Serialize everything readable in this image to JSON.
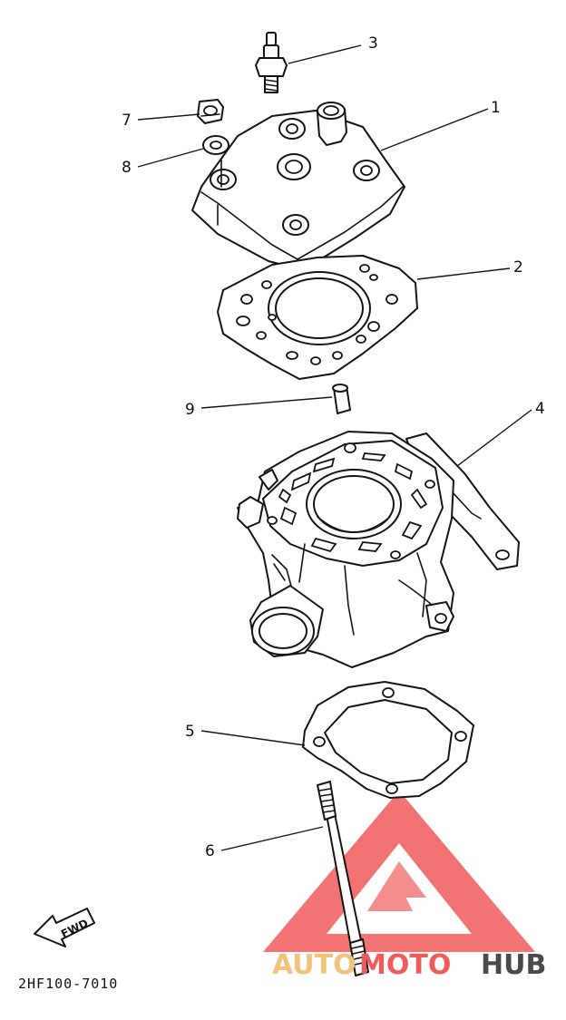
{
  "diagram": {
    "callouts": [
      {
        "id": "c1",
        "label": "1"
      },
      {
        "id": "c2",
        "label": "2"
      },
      {
        "id": "c3",
        "label": "3"
      },
      {
        "id": "c4",
        "label": "4"
      },
      {
        "id": "c5",
        "label": "5"
      },
      {
        "id": "c6",
        "label": "6"
      },
      {
        "id": "c7",
        "label": "7"
      },
      {
        "id": "c8",
        "label": "8"
      },
      {
        "id": "c9",
        "label": "9"
      }
    ],
    "fwd_label": "FWD",
    "diagram_code": "2HF100-7010"
  },
  "watermark": {
    "text_auto": "AUTO",
    "text_moto": "MOTO",
    "text_hub": "HUB",
    "color_auto": "#f2c27a",
    "color_moto": "#ef5a5a",
    "color_hub": "#4a4a4a",
    "logo_color": "#ef4c4c"
  }
}
